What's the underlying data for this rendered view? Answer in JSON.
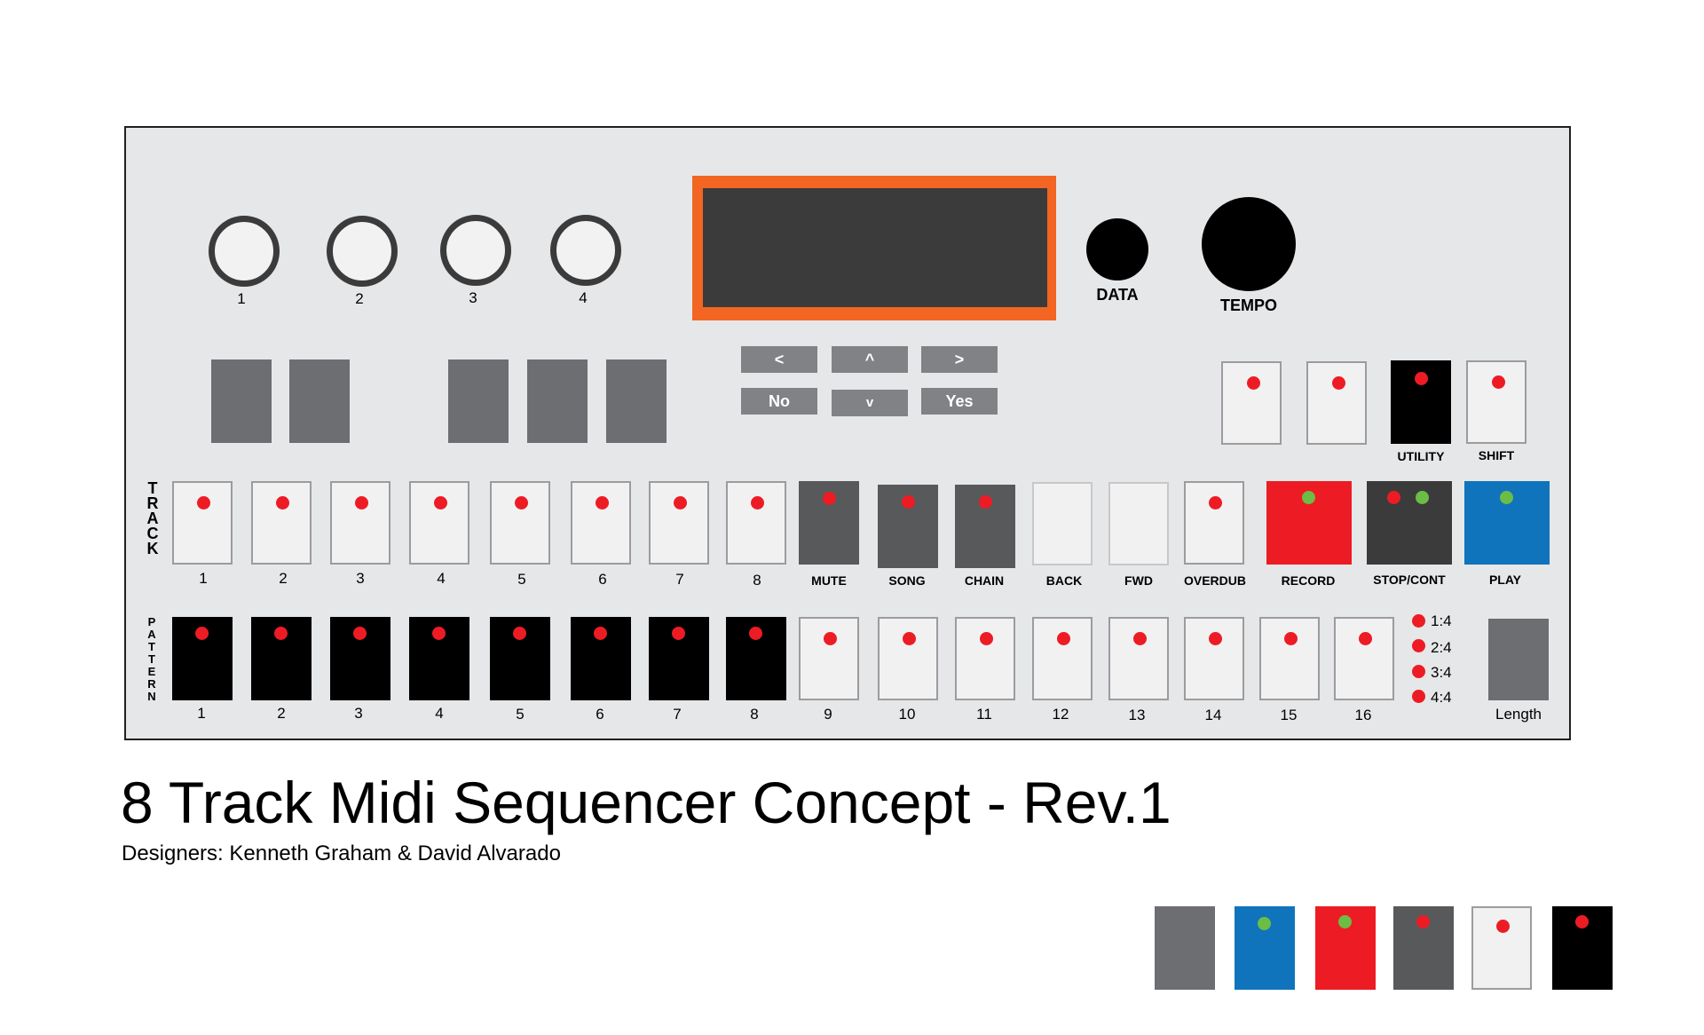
{
  "knobs": [
    {
      "label": "1"
    },
    {
      "label": "2"
    },
    {
      "label": "3"
    },
    {
      "label": "4"
    }
  ],
  "dials": {
    "data_label": "DATA",
    "tempo_label": "TEMPO"
  },
  "nav": {
    "left": "<",
    "up": "^",
    "right": ">",
    "no": "No",
    "down": "v",
    "yes": "Yes"
  },
  "utility_row": {
    "utility_label": "UTILITY",
    "shift_label": "SHIFT"
  },
  "track_row": {
    "side_label": [
      "T",
      "R",
      "A",
      "C",
      "K"
    ],
    "steps": [
      "1",
      "2",
      "3",
      "4",
      "5",
      "6",
      "7",
      "8"
    ],
    "functions": [
      "MUTE",
      "SONG",
      "CHAIN",
      "BACK",
      "FWD",
      "OVERDUB",
      "RECORD",
      "STOP/CONT",
      "PLAY"
    ]
  },
  "pattern_row": {
    "side_label": [
      "P",
      "A",
      "T",
      "T",
      "E",
      "R",
      "N"
    ],
    "steps": [
      "1",
      "2",
      "3",
      "4",
      "5",
      "6",
      "7",
      "8",
      "9",
      "10",
      "11",
      "12",
      "13",
      "14",
      "15",
      "16"
    ],
    "ratios": [
      "1:4",
      "2:4",
      "3:4",
      "4:4"
    ],
    "length_label": "Length"
  },
  "title": "8 Track Midi Sequencer Concept - Rev.1",
  "subtitle": "Designers: Kenneth Graham & David Alvarado",
  "colors": {
    "panel": "#e6e7e8",
    "screen_frame": "#f26522",
    "screen": "#3b3b3c",
    "led_red": "#ed1c24",
    "led_green": "#6bbd45",
    "record": "#ed1c24",
    "play": "#1074bc",
    "medium_gray": "#6d6e71",
    "dark_gray": "#58595b",
    "black": "#000000"
  },
  "swatches": [
    "medium-gray",
    "blue-green-led",
    "red-green-led",
    "dark-gray-red-led",
    "white-red-led",
    "black-red-led"
  ]
}
